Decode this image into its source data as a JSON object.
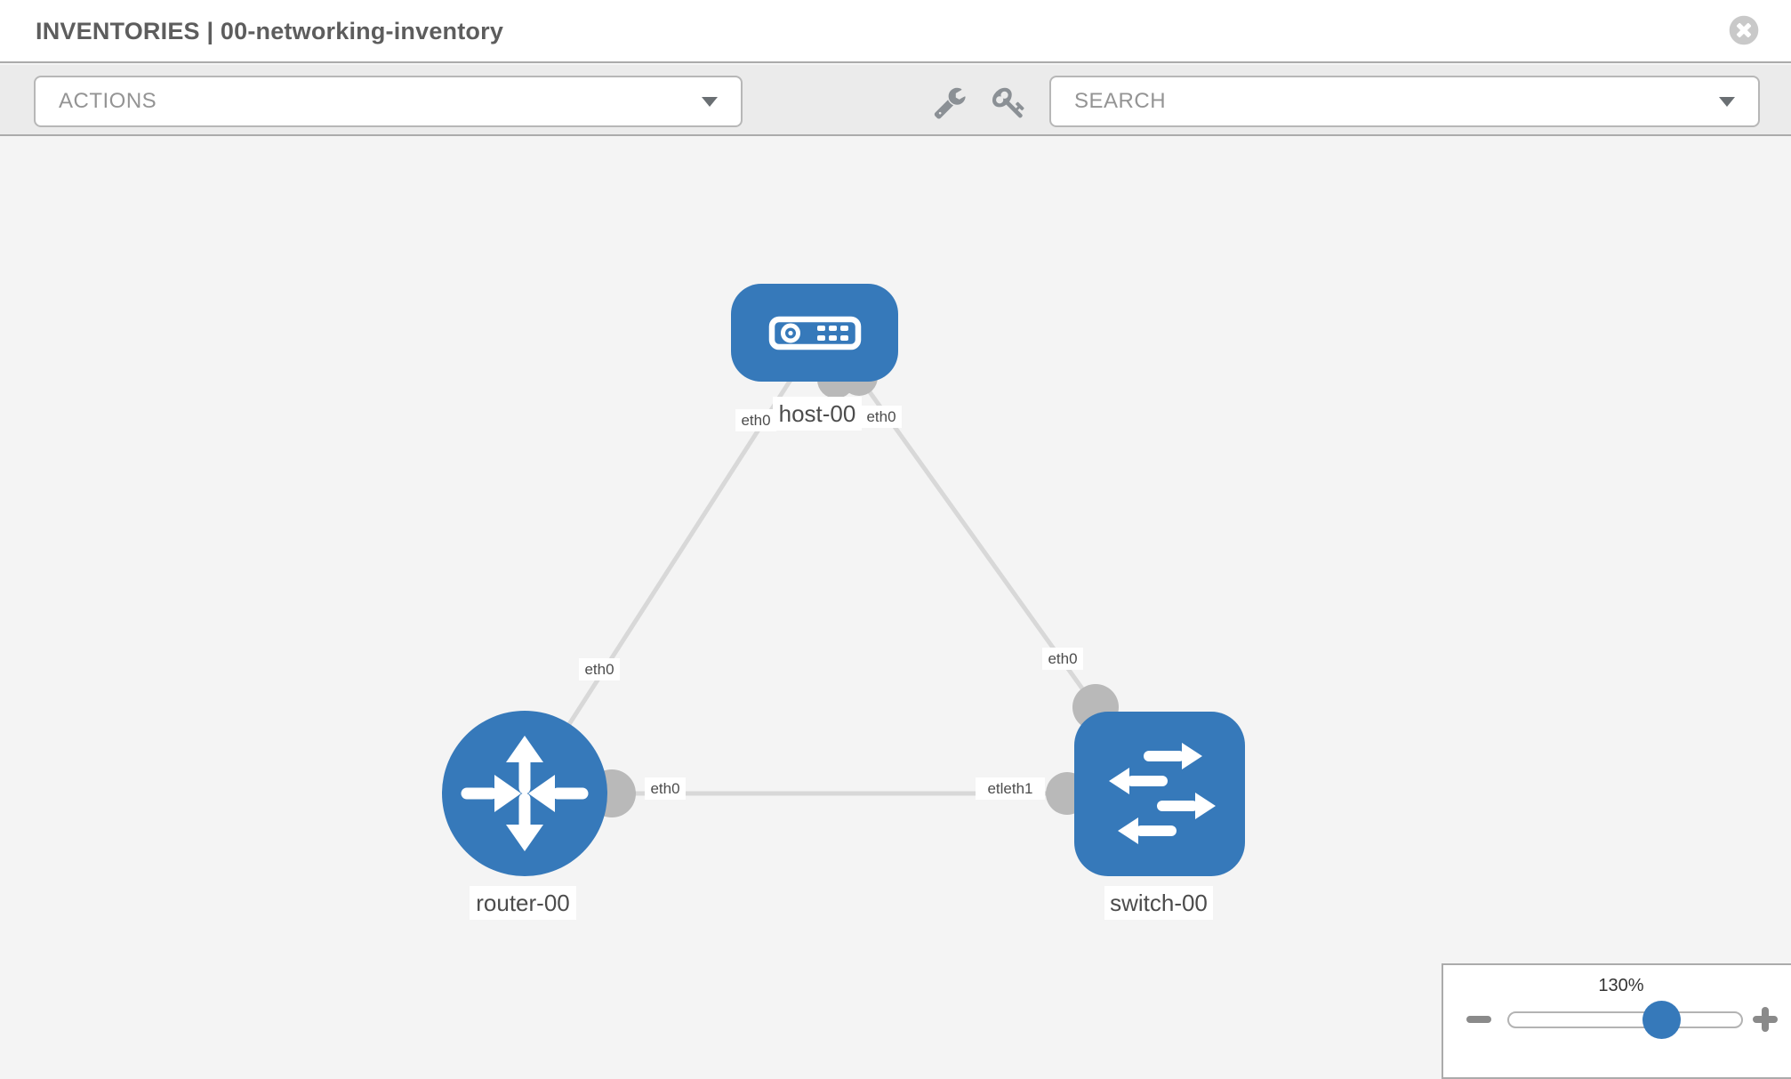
{
  "header": {
    "title": "INVENTORIES | 00-networking-inventory",
    "close_icon": "times-circle-icon"
  },
  "toolbar": {
    "actions_dropdown": {
      "label": "ACTIONS"
    },
    "search_dropdown": {
      "label": "SEARCH"
    },
    "icons": [
      "wrench-icon",
      "key-icon"
    ]
  },
  "topology": {
    "nodes": [
      {
        "name": "host-00",
        "type": "host"
      },
      {
        "name": "router-00",
        "type": "router"
      },
      {
        "name": "switch-00",
        "type": "switch"
      }
    ],
    "links": [
      {
        "source": "host-00",
        "source_port": "eth0",
        "target": "router-00",
        "target_port": "eth0"
      },
      {
        "source": "host-00",
        "source_port": "eth0",
        "target": "switch-00",
        "target_port": "eth0"
      },
      {
        "source": "router-00",
        "source_port": "eth0",
        "target": "switch-00",
        "target_port": "eth1"
      }
    ],
    "labels": {
      "host_name": "host-00",
      "router_name": "router-00",
      "switch_name": "switch-00",
      "host_port_left": "eth0",
      "host_port_right": "eth0",
      "router_port_top": "eth0",
      "switch_port_top": "eth0",
      "router_port_right": "eth0",
      "switch_port_left": "etleth1"
    }
  },
  "zoom_control": {
    "level": "130%",
    "percent": 130
  },
  "colors": {
    "node_blue": "#3679ba",
    "link_gray": "#d8d8d8",
    "endpoint_gray": "#b9b9b9",
    "toolbar_bg": "#ebebeb",
    "canvas_bg": "#f4f4f4",
    "thumb_blue": "#3679ba"
  }
}
